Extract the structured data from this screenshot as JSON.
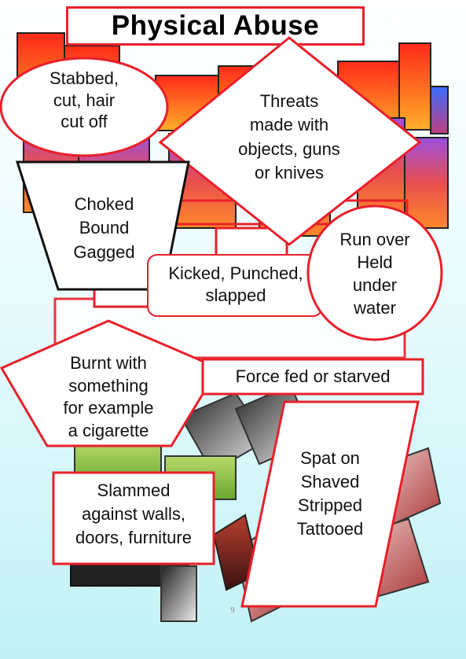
{
  "title": "Physical Abuse",
  "callouts": {
    "stabbed": "Stabbed,\ncut, hair\ncut off",
    "threats": "Threats\nmade with\nobjects, guns\nor knives",
    "choked": "Choked\nBound\nGagged",
    "kicked": "Kicked, Punched,\nslapped",
    "run_over": "Run over\nHeld\nunder\nwater",
    "burnt": "Burnt with\nsomething\nfor example\na cigarette",
    "force_fed": "Force fed or starved",
    "slammed": "Slammed\nagainst walls,\ndoors, furniture",
    "spat": "Spat on\nShaved\nStripped\nTattooed"
  },
  "page_number": "9",
  "colors": {
    "border": "#e8202a",
    "text": "#111111",
    "background_bottom": "#c2f2f6"
  }
}
